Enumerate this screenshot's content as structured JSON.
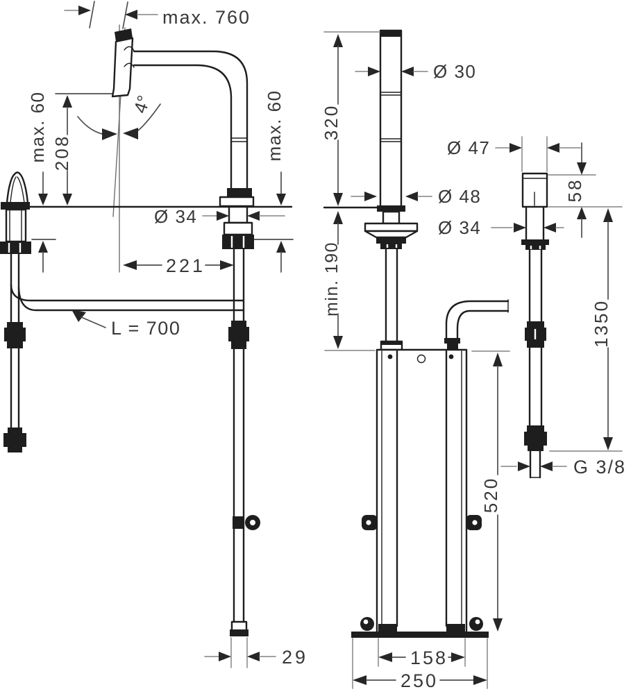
{
  "drawing_style": {
    "ink_color": "#1e1e1e",
    "dimension_line_color": "#4d4d4d",
    "light_line_color": "#949494",
    "text_color": "#383838",
    "background": "#ffffff"
  },
  "dims": {
    "side_view": {
      "max_pullout": "max. 760",
      "max_counter_thickness_left": "max. 60",
      "spout_height": "208",
      "swivel_angle": "4°",
      "shank_diameter": "Ø 34",
      "spout_reach": "221",
      "hose_length": "L = 700",
      "max_counter_thickness_right": "max. 60",
      "pipe_end_width": "29"
    },
    "front_view": {
      "spout_column_height": "320",
      "spout_diameter": "Ø 30",
      "escutcheon_diameter": "Ø 48",
      "min_clearance_below": "min. 190",
      "base_unit_height": "520",
      "base_inner_width": "158",
      "base_plate_width": "250"
    },
    "handle_view": {
      "handle_diameter": "Ø 47",
      "handle_height": "58",
      "handle_shank_diameter": "Ø 34",
      "supply_hose_length": "1350",
      "connection_thread": "G 3/8"
    }
  }
}
